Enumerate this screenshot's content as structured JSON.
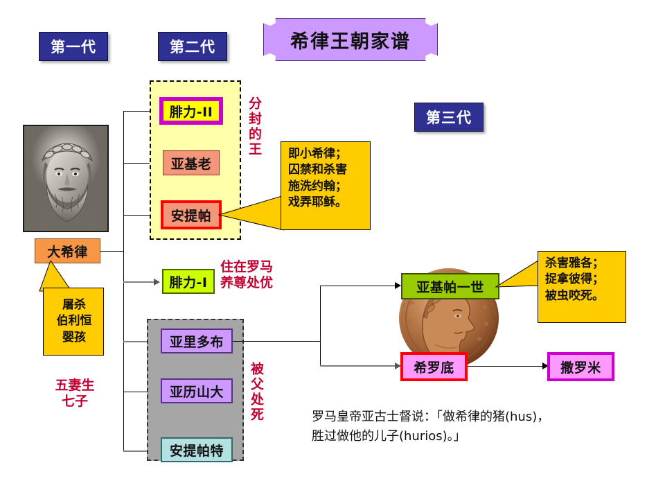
{
  "title": {
    "text": "希律王朝家谱"
  },
  "generations": [
    {
      "id": "gen1",
      "label": "第一代"
    },
    {
      "id": "gen2",
      "label": "第二代"
    },
    {
      "id": "gen3",
      "label": "第三代"
    }
  ],
  "images": {
    "herod_portrait": "herod-portrait-engraving",
    "agrippa_coin": "agrippa-bronze-coin"
  },
  "root": {
    "name": "大希律",
    "fill": "#f79646",
    "border": "#7f4a12"
  },
  "root_callout": {
    "lines": "屠杀\n伯利恒\n婴孩",
    "fill": "#ffcc00"
  },
  "root_note": {
    "lines": "五妻生\n七子",
    "color": "#c00030"
  },
  "gen2": {
    "client_kings_group": {
      "label": "分封的王",
      "fill": "#ffffaa",
      "members": [
        {
          "name": "腓力-II",
          "fill": "#ffff00",
          "border": "#cc00cc",
          "border_width": 6
        },
        {
          "name": "亚基老",
          "fill": "#f4967a",
          "border": "#8a3a22",
          "border_width": 1
        },
        {
          "name": "安提帕",
          "fill": "#f4967a",
          "border": "#ff0000",
          "border_width": 4
        }
      ]
    },
    "antipas_callout": {
      "lines": "即小希律；\n囚禁和杀害\n施洗约翰；\n戏弄耶稣。",
      "fill": "#ffcc00"
    },
    "philip_i": {
      "name": "腓力-I",
      "fill": "#ccff00",
      "border": "#4d6600",
      "border_width": 2
    },
    "philip_i_note": {
      "lines": "住在罗马\n养尊处优",
      "color": "#c00030"
    },
    "executed_group": {
      "label": "被父处死",
      "fill": "#a6a6a6",
      "members": [
        {
          "name": "亚里多布",
          "fill": "#cc99ff",
          "border": "#5b2d8e",
          "border_width": 2
        },
        {
          "name": "亚历山大",
          "fill": "#cc99ff",
          "border": "#5b2d8e",
          "border_width": 2
        },
        {
          "name": "安提帕特",
          "fill": "#b3e0e0",
          "border": "#2f6b6b",
          "border_width": 2
        }
      ]
    }
  },
  "gen3": {
    "agrippa_i": {
      "name": "亚基帕一世",
      "fill": "#99cc00",
      "border": "#3d5200",
      "border_width": 2
    },
    "agrippa_callout": {
      "lines": "杀害雅各；\n捉拿彼得；\n被虫咬死。",
      "fill": "#ffcc00"
    },
    "herodias": {
      "name": "希罗底",
      "fill": "#ff99ff",
      "border": "#ff0000",
      "border_width": 4
    },
    "salome": {
      "name": "撒罗米",
      "fill": "#ff99ff",
      "border": "#cc00cc",
      "border_width": 4
    }
  },
  "footnote": {
    "lines": "罗马皇帝亚古士督说：「做希律的猪(hus)，\n胜过做他的儿子(hurios)。」"
  }
}
